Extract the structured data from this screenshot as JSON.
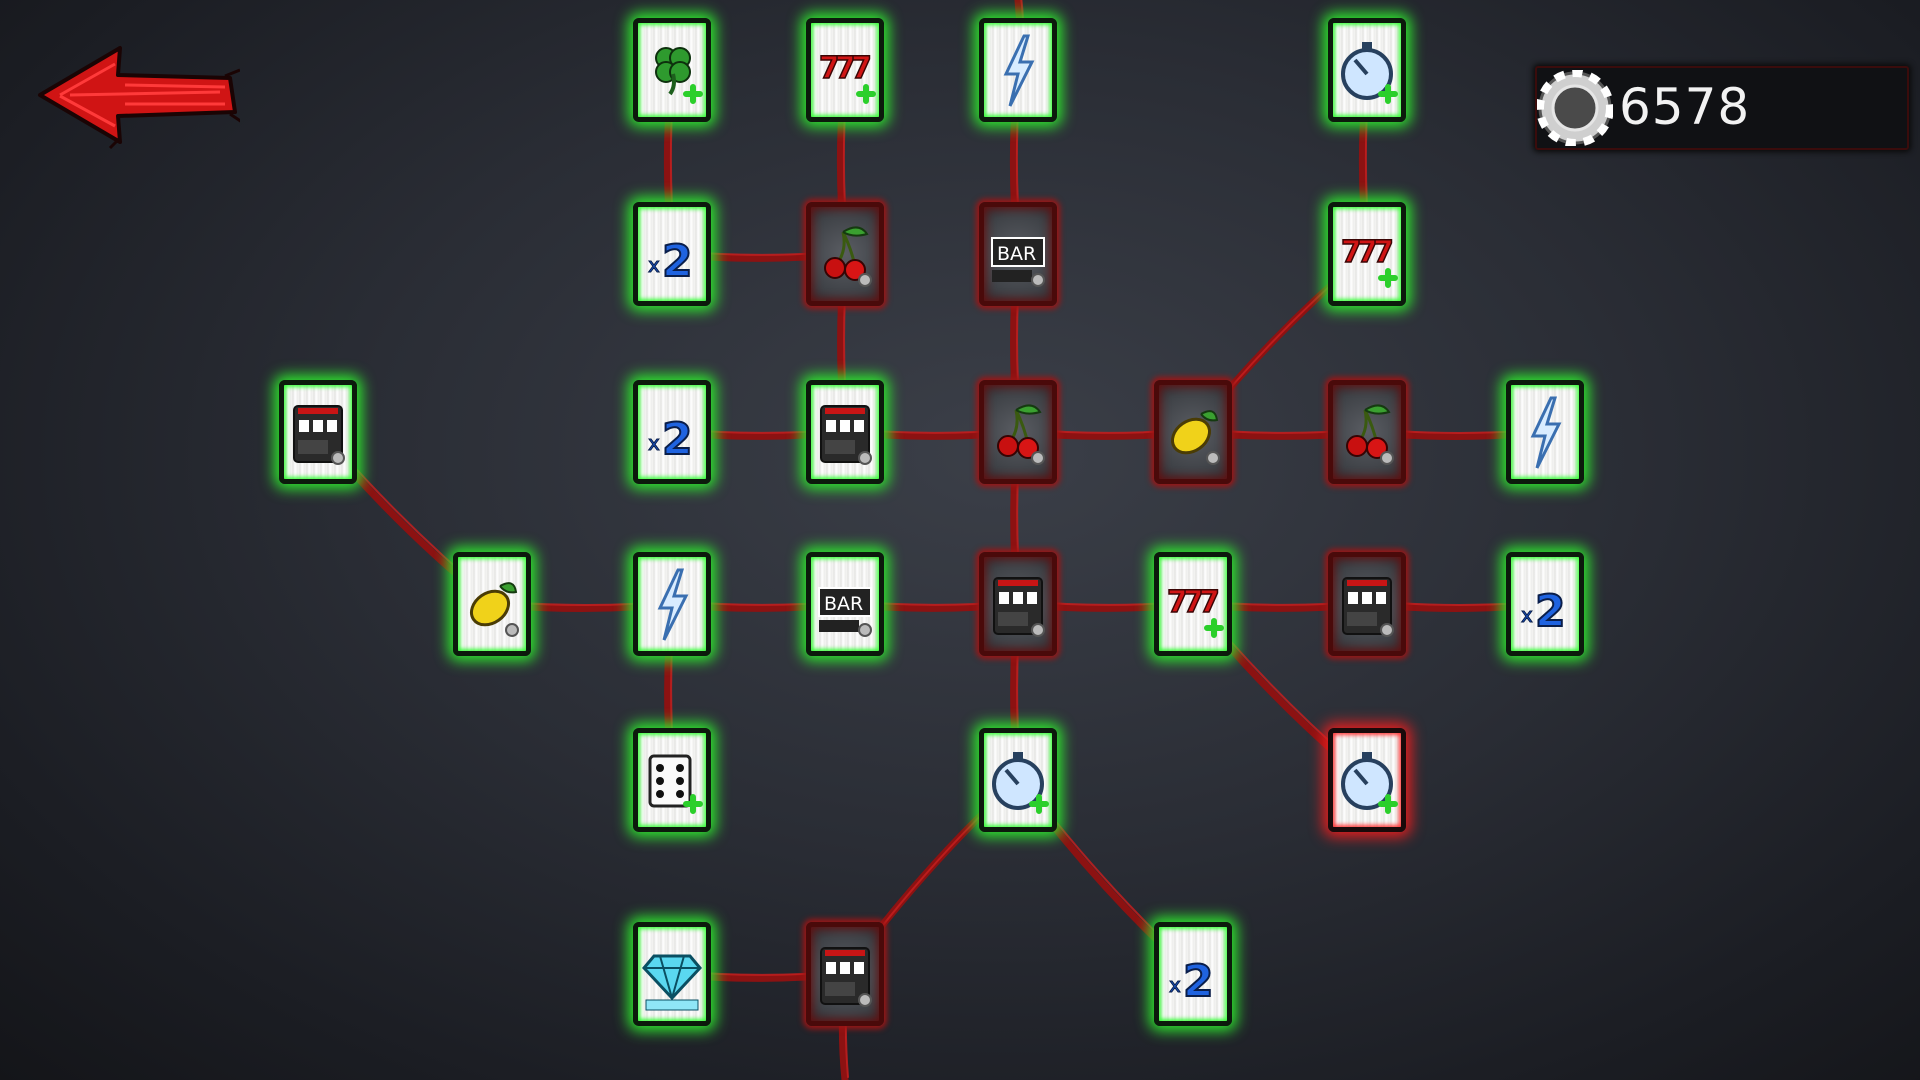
{
  "currency": {
    "amount": "6578",
    "icon": "poker-chip-icon"
  },
  "back": {
    "icon": "red-back-arrow-icon"
  },
  "colors": {
    "unlocked_glow": "#2ee82e",
    "locked_border": "#9c1515",
    "link": "#8c1212",
    "available_glow": "#e81e1e"
  },
  "nodes": [
    {
      "id": "n1",
      "col": 672,
      "row": 70,
      "icon": "clover",
      "state": "unlocked"
    },
    {
      "id": "n2",
      "col": 845,
      "row": 70,
      "icon": "sevens",
      "state": "unlocked"
    },
    {
      "id": "n3",
      "col": 1018,
      "row": 70,
      "icon": "lightning",
      "state": "unlocked"
    },
    {
      "id": "n4",
      "col": 1367,
      "row": 70,
      "icon": "stopwatch",
      "state": "unlocked"
    },
    {
      "id": "n5",
      "col": 672,
      "row": 254,
      "icon": "x2",
      "state": "unlocked"
    },
    {
      "id": "n6",
      "col": 845,
      "row": 254,
      "icon": "cherry",
      "state": "locked"
    },
    {
      "id": "n7",
      "col": 1018,
      "row": 254,
      "icon": "bar",
      "state": "locked"
    },
    {
      "id": "n8",
      "col": 1367,
      "row": 254,
      "icon": "sevens",
      "state": "unlocked"
    },
    {
      "id": "n9",
      "col": 318,
      "row": 432,
      "icon": "slot-machine",
      "state": "unlocked"
    },
    {
      "id": "n10",
      "col": 672,
      "row": 432,
      "icon": "x2",
      "state": "unlocked"
    },
    {
      "id": "n11",
      "col": 845,
      "row": 432,
      "icon": "slot-machine",
      "state": "unlocked"
    },
    {
      "id": "n12",
      "col": 1018,
      "row": 432,
      "icon": "cherry",
      "state": "locked"
    },
    {
      "id": "n13",
      "col": 1193,
      "row": 432,
      "icon": "lemon",
      "state": "locked"
    },
    {
      "id": "n14",
      "col": 1367,
      "row": 432,
      "icon": "cherry",
      "state": "locked"
    },
    {
      "id": "n15",
      "col": 1545,
      "row": 432,
      "icon": "lightning",
      "state": "unlocked"
    },
    {
      "id": "n16",
      "col": 492,
      "row": 604,
      "icon": "lemon",
      "state": "unlocked"
    },
    {
      "id": "n17",
      "col": 672,
      "row": 604,
      "icon": "lightning",
      "state": "unlocked"
    },
    {
      "id": "n18",
      "col": 845,
      "row": 604,
      "icon": "bar",
      "state": "unlocked"
    },
    {
      "id": "n19",
      "col": 1018,
      "row": 604,
      "icon": "slot-machine",
      "state": "locked"
    },
    {
      "id": "n20",
      "col": 1193,
      "row": 604,
      "icon": "sevens",
      "state": "unlocked"
    },
    {
      "id": "n21",
      "col": 1367,
      "row": 604,
      "icon": "slot-machine",
      "state": "locked"
    },
    {
      "id": "n22",
      "col": 1545,
      "row": 604,
      "icon": "x2",
      "state": "unlocked"
    },
    {
      "id": "n23",
      "col": 672,
      "row": 780,
      "icon": "dice",
      "state": "unlocked"
    },
    {
      "id": "n24",
      "col": 1018,
      "row": 780,
      "icon": "stopwatch",
      "state": "unlocked"
    },
    {
      "id": "n25",
      "col": 1367,
      "row": 780,
      "icon": "stopwatch",
      "state": "red-unlocked"
    },
    {
      "id": "n26",
      "col": 672,
      "row": 974,
      "icon": "diamond",
      "state": "unlocked"
    },
    {
      "id": "n27",
      "col": 845,
      "row": 974,
      "icon": "slot-machine",
      "state": "locked"
    },
    {
      "id": "n28",
      "col": 1193,
      "row": 974,
      "icon": "x2",
      "state": "unlocked"
    }
  ],
  "links": [
    [
      "n1",
      "n5"
    ],
    [
      "n2",
      "n6"
    ],
    [
      "n3",
      "n7"
    ],
    [
      "n4",
      "n8"
    ],
    [
      "n5",
      "n6"
    ],
    [
      "n6",
      "n11"
    ],
    [
      "n7",
      "n12"
    ],
    [
      "n8",
      "n13"
    ],
    [
      "n10",
      "n11"
    ],
    [
      "n11",
      "n12"
    ],
    [
      "n12",
      "n13"
    ],
    [
      "n13",
      "n14"
    ],
    [
      "n14",
      "n15"
    ],
    [
      "n12",
      "n19"
    ],
    [
      "n9",
      "n16"
    ],
    [
      "n16",
      "n17"
    ],
    [
      "n17",
      "n18"
    ],
    [
      "n18",
      "n19"
    ],
    [
      "n19",
      "n20"
    ],
    [
      "n20",
      "n21"
    ],
    [
      "n21",
      "n22"
    ],
    [
      "n20",
      "n25"
    ],
    [
      "n17",
      "n23"
    ],
    [
      "n19",
      "n24"
    ],
    [
      "n24",
      "n27"
    ],
    [
      "n24",
      "n28"
    ],
    [
      "n26",
      "n27"
    ],
    [
      "n27",
      "bottom"
    ],
    [
      "n3",
      "top"
    ]
  ]
}
